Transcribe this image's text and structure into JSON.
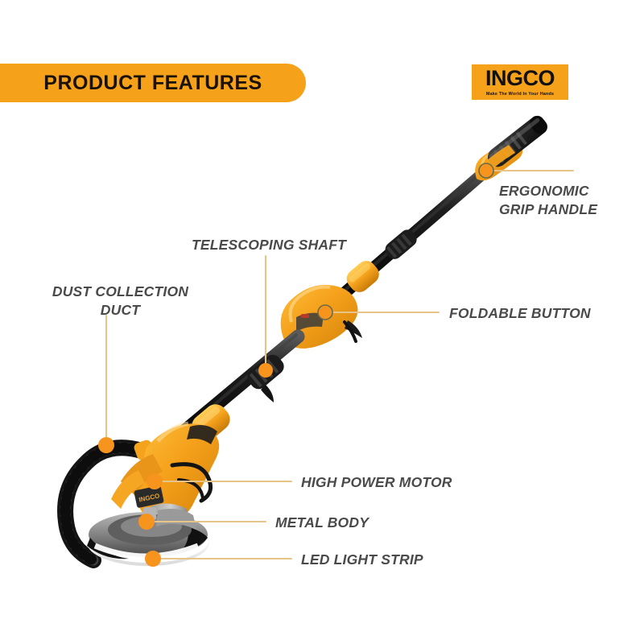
{
  "header": {
    "banner_title": "PRODUCT FEATURES",
    "banner_color": "#F5A11A"
  },
  "brand": {
    "name": "INGCO",
    "tagline": "Make The World In Your Hands",
    "badge_color": "#F5A11A"
  },
  "callouts": [
    {
      "id": "ergonomic-grip-handle",
      "line1": "ERGONOMIC",
      "line2": "GRIP HANDLE"
    },
    {
      "id": "telescoping-shaft",
      "line1": "TELESCOPING SHAFT",
      "line2": ""
    },
    {
      "id": "dust-collection-duct",
      "line1": "DUST COLLECTION",
      "line2": "DUCT"
    },
    {
      "id": "foldable-button",
      "line1": "FOLDABLE BUTTON",
      "line2": ""
    },
    {
      "id": "high-power-motor",
      "line1": "HIGH POWER MOTOR",
      "line2": ""
    },
    {
      "id": "metal-body",
      "line1": "METAL BODY",
      "line2": ""
    },
    {
      "id": "led-light-strip",
      "line1": "LED LIGHT STRIP",
      "line2": ""
    }
  ],
  "colors": {
    "accent_orange": "#F7941E",
    "banner_orange": "#F5A11A",
    "leader_line": "#E8C48A",
    "label_text": "#4a4a4a",
    "background": "#FFFFFF"
  },
  "product": {
    "name": "drywall-sander",
    "body_yellow": "#F5A623",
    "body_dark": "#2b2b2b",
    "disc_gray": "#8a8a8a"
  }
}
